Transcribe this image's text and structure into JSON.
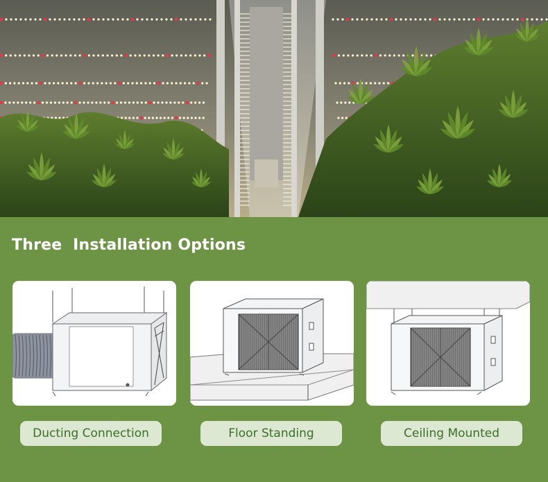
{
  "section": {
    "title": "Three  Installation Options"
  },
  "options": [
    {
      "label": "Ducting Connection",
      "icon": "ducted-unit-illustration"
    },
    {
      "label": "Floor Standing",
      "icon": "floor-unit-illustration"
    },
    {
      "label": "Ceiling Mounted",
      "icon": "ceiling-unit-illustration"
    }
  ],
  "colors": {
    "section_background": "#6c9444",
    "label_background": "#dde8d2",
    "label_text": "#3d6e2a",
    "title_text": "#ffffff"
  }
}
